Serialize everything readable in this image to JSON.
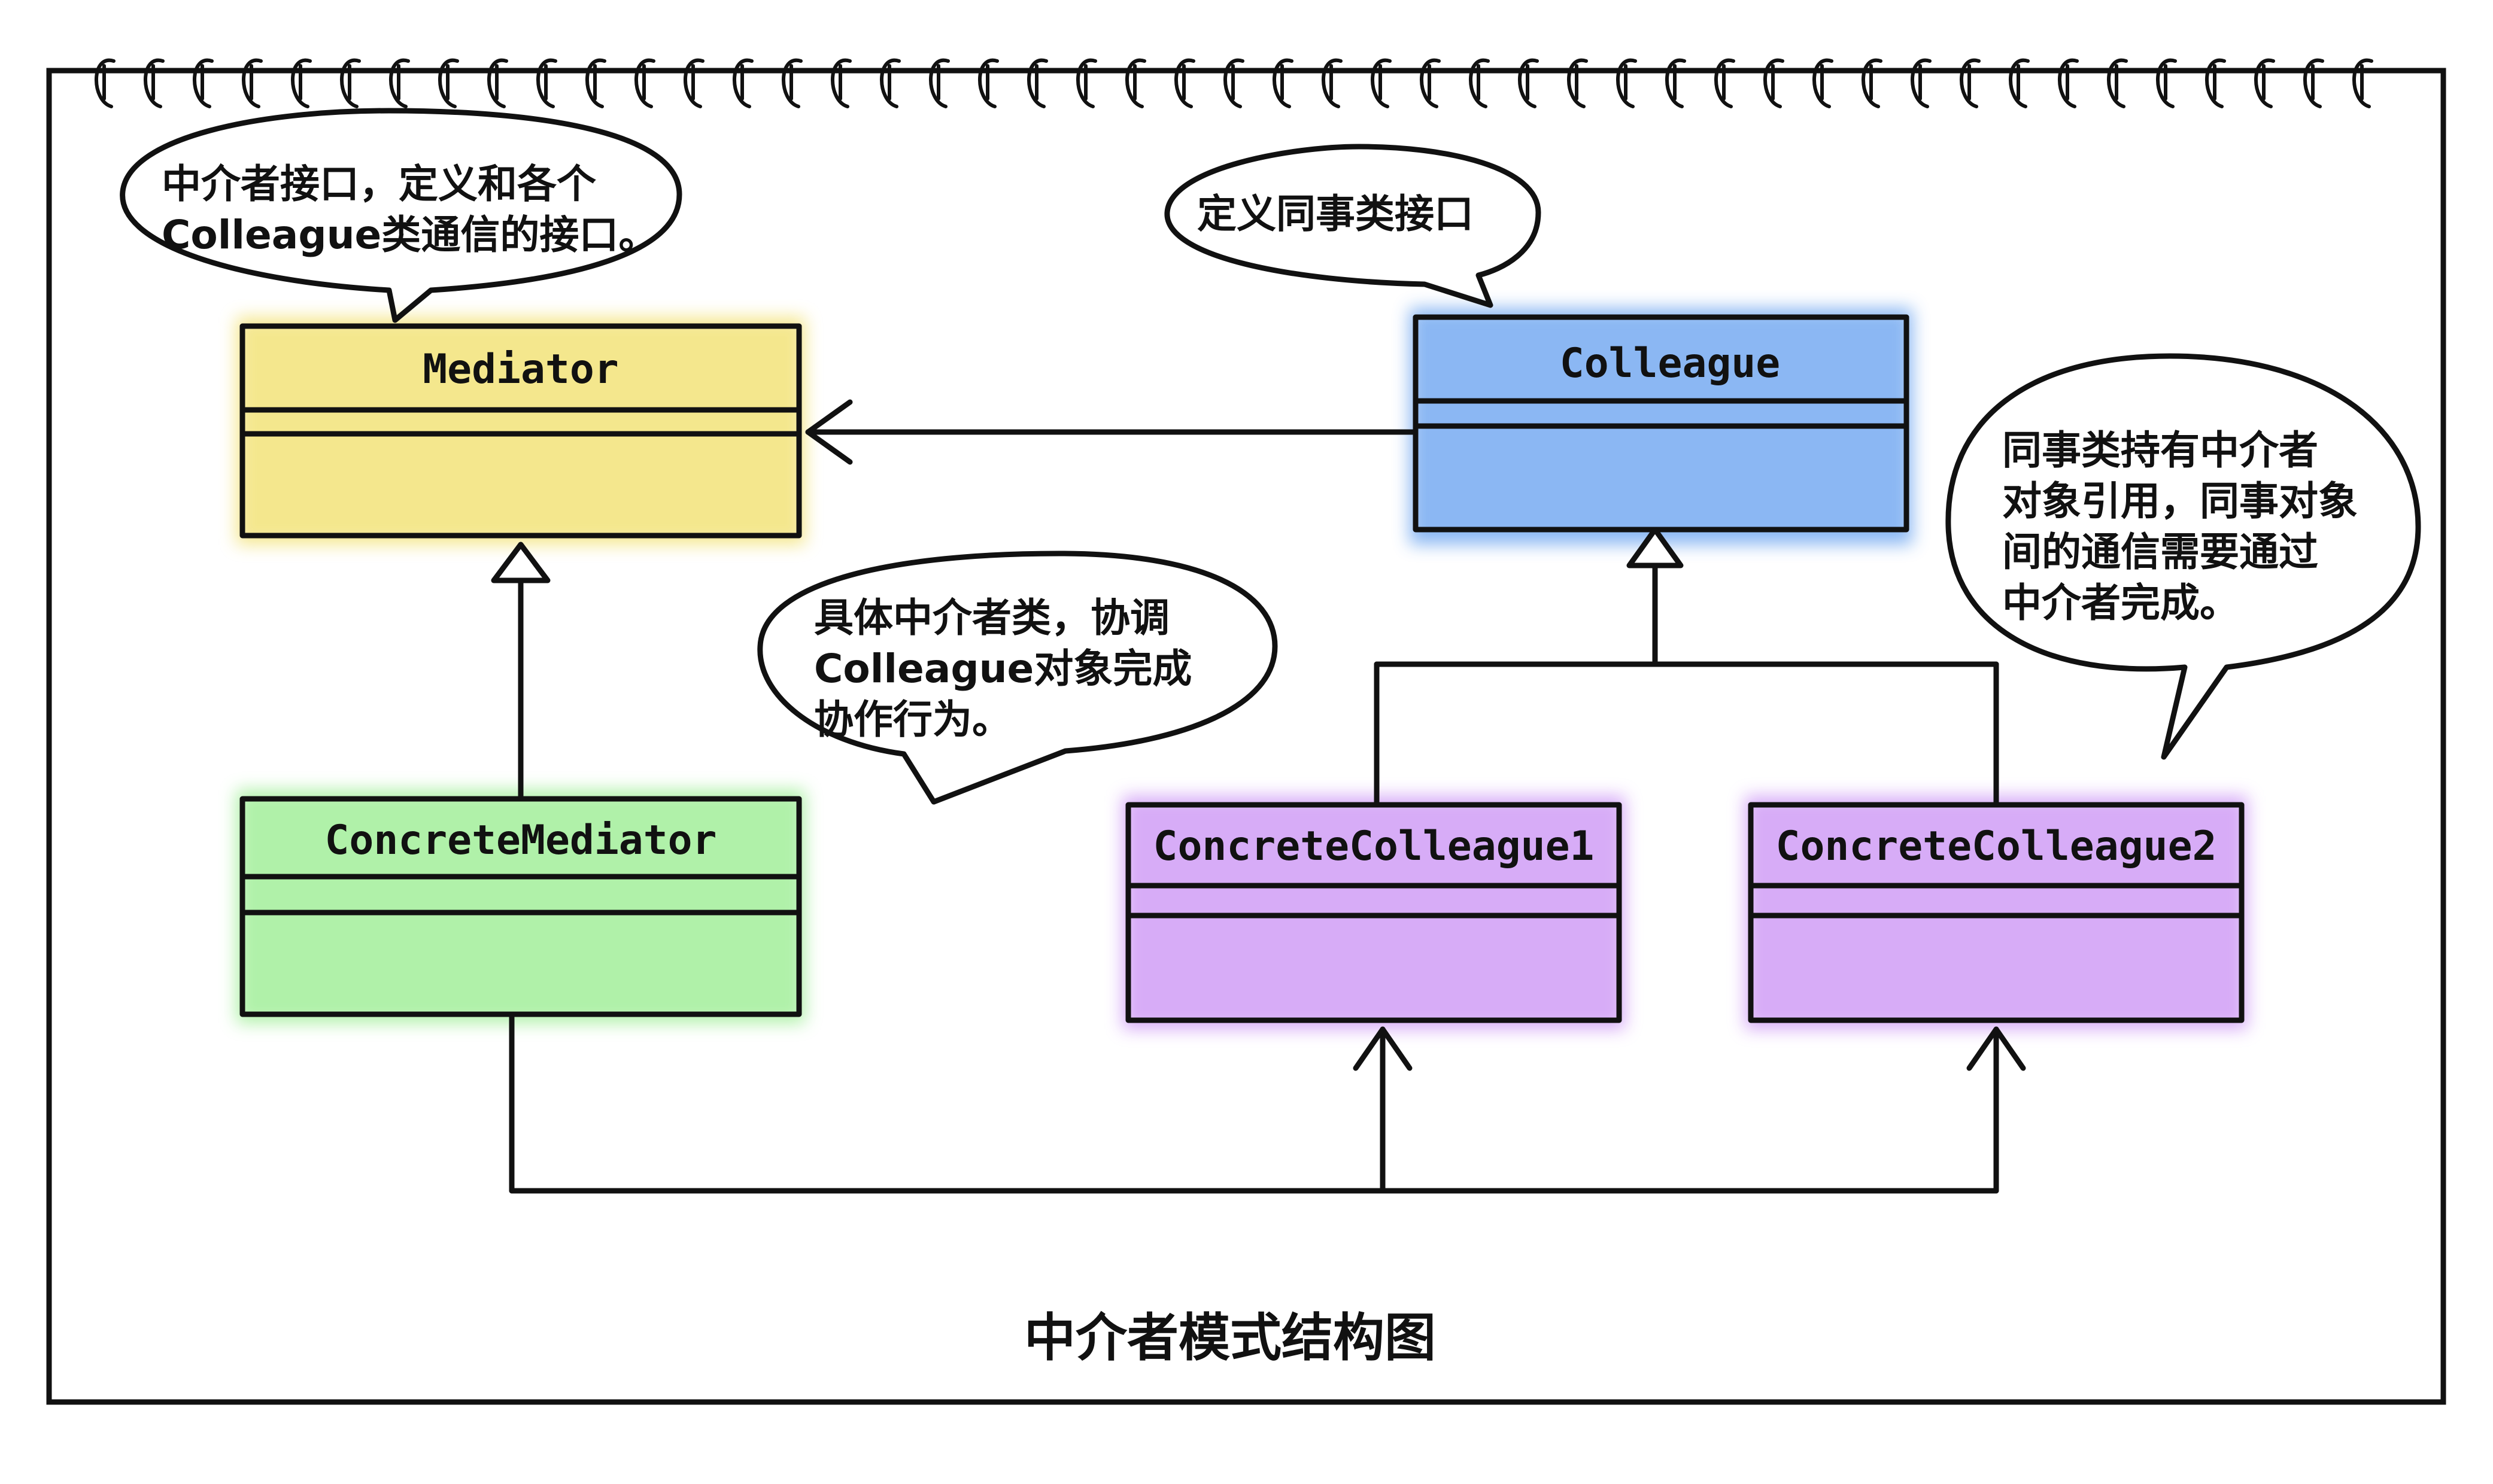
{
  "classes": {
    "mediator": {
      "name": "Mediator",
      "fill": "#f3e37a"
    },
    "colleague": {
      "name": "Colleague",
      "fill": "#7fb0f2"
    },
    "concrete_mediator": {
      "name": "ConcreteMediator",
      "fill": "#a8f0a0"
    },
    "concrete_colleague1": {
      "name": "ConcreteColleague1",
      "fill": "#d5a8f7"
    },
    "concrete_colleague2": {
      "name": "ConcreteColleague2",
      "fill": "#d5a8f7"
    }
  },
  "bubbles": {
    "mediator_note": {
      "lines": [
        "中介者接口，定义和各个",
        "Colleague类通信的接口。"
      ]
    },
    "colleague_note": {
      "lines": [
        "定义同事类接口"
      ]
    },
    "concrete_mediator_note": {
      "lines": [
        "具体中介者类，协调",
        "Colleague对象完成",
        "协作行为。"
      ]
    },
    "concrete_colleague_note": {
      "lines": [
        "同事类持有中介者",
        "对象引用，同事对象",
        "间的通信需要通过",
        "中介者完成。"
      ]
    }
  },
  "caption": "中介者模式结构图"
}
